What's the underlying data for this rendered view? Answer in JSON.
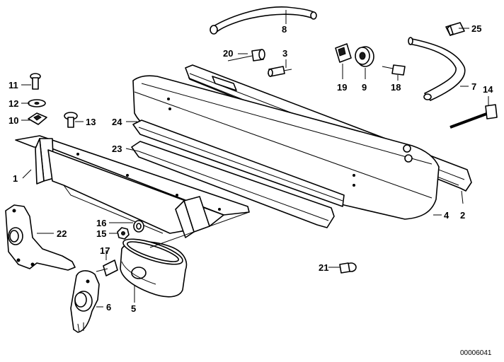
{
  "diagram": {
    "reference_number": "00006041",
    "callouts": [
      "1",
      "2",
      "3",
      "4",
      "5",
      "6",
      "7",
      "8",
      "9",
      "10",
      "11",
      "12",
      "13",
      "14",
      "15",
      "16",
      "17",
      "18",
      "19",
      "20",
      "21",
      "22",
      "23",
      "24",
      "25"
    ]
  }
}
